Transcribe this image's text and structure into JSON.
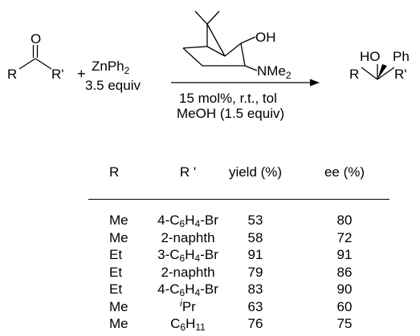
{
  "reagents": {
    "substituent_r": "R",
    "substituent_rprime": "R'",
    "oxygen": "O",
    "plus": "+",
    "zinc_reagent": "ZnPh",
    "zinc_reagent_subscript": "2",
    "zinc_equiv": "3.5 equiv"
  },
  "catalyst": {
    "oh": "OH",
    "nme": "NMe",
    "nme_subscript": "2"
  },
  "conditions": {
    "line1": "15 mol%,  r.t., tol",
    "line2": "MeOH (1.5 equiv)"
  },
  "product": {
    "ho": "HO",
    "ph": "Ph",
    "r": "R",
    "rprime": "R'"
  },
  "table": {
    "headers": {
      "r": "R",
      "rprime": "R '",
      "yield": "yield (%)",
      "ee": "ee (%)"
    },
    "rows": [
      {
        "r": "Me",
        "rprime": {
          "prefix": "4-C",
          "sub1": "6",
          "mid": "H",
          "sub2": "4",
          "suffix": "-Br"
        },
        "yield": "53",
        "ee": "80"
      },
      {
        "r": "Me",
        "rprime": {
          "prefix": "2-naphth"
        },
        "yield": "58",
        "ee": "72"
      },
      {
        "r": "Et",
        "rprime": {
          "prefix": "3-C",
          "sub1": "6",
          "mid": "H",
          "sub2": "4",
          "suffix": "-Br"
        },
        "yield": "91",
        "ee": "91"
      },
      {
        "r": "Et",
        "rprime": {
          "prefix": "2-naphth"
        },
        "yield": "79",
        "ee": "86"
      },
      {
        "r": "Et",
        "rprime": {
          "prefix": "4-C",
          "sub1": "6",
          "mid": "H",
          "sub2": "4",
          "suffix": "-Br"
        },
        "yield": "83",
        "ee": "90"
      },
      {
        "r": "Me",
        "rprime": {
          "sup": "i",
          "prefix": "Pr"
        },
        "yield": "63",
        "ee": "60"
      },
      {
        "r": "Me",
        "rprime": {
          "prefix": "C",
          "sub1": "6",
          "mid": "H",
          "sub2": "11"
        },
        "yield": "76",
        "ee": "75"
      }
    ]
  }
}
